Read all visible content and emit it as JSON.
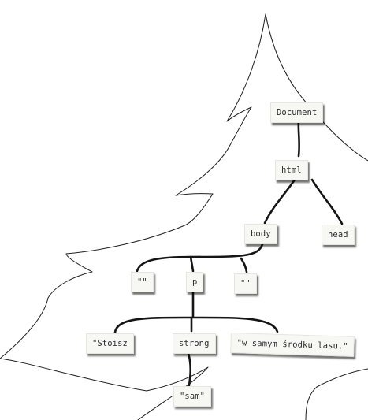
{
  "tree": {
    "root": "Document",
    "html": "html",
    "body": "body",
    "head": "head",
    "empty_left": "\"\"",
    "p": "p",
    "empty_right": "\"\"",
    "text_stoisz": "\"Stoisz",
    "strong": "strong",
    "text_middle": "\"w samym środku lasu.\"",
    "text_sam": "\"sam\""
  }
}
